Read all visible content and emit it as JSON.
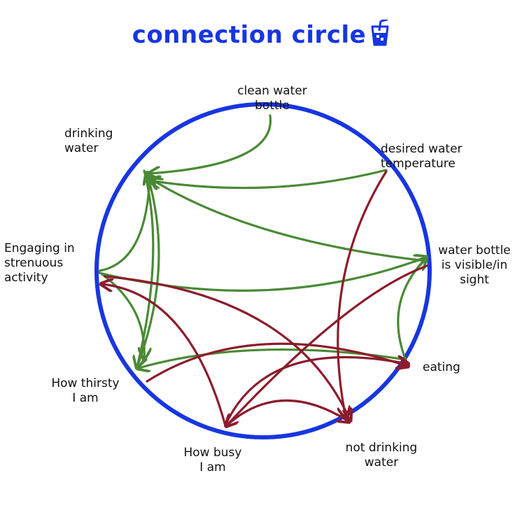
{
  "title": "connection circle",
  "nodes": [
    {
      "id": "clean-water-bottle",
      "label": "clean water\nbottle"
    },
    {
      "id": "desired-water-temperature",
      "label": "desired water\ntemperature"
    },
    {
      "id": "water-bottle-visible",
      "label": "water bottle\nis visible/in\nsight"
    },
    {
      "id": "eating",
      "label": "eating"
    },
    {
      "id": "not-drinking-water",
      "label": "not drinking\nwater"
    },
    {
      "id": "how-busy",
      "label": "How busy\nI am"
    },
    {
      "id": "how-thirsty",
      "label": "How thirsty\nI am"
    },
    {
      "id": "engaging-strenuous",
      "label": "Engaging in\nstrenuous\nactivity"
    },
    {
      "id": "drinking-water",
      "label": "drinking\nwater"
    }
  ],
  "colors": {
    "circle": "#1836e0",
    "title": "#1836e0",
    "positive": "#4a8a36",
    "negative": "#8c1c2c"
  },
  "edges": [
    {
      "from": "clean-water-bottle",
      "to": "drinking-water",
      "polarity": "positive"
    },
    {
      "from": "desired-water-temperature",
      "to": "drinking-water",
      "polarity": "positive"
    },
    {
      "from": "water-bottle-visible",
      "to": "drinking-water",
      "polarity": "positive"
    },
    {
      "from": "engaging-strenuous",
      "to": "drinking-water",
      "polarity": "positive"
    },
    {
      "from": "how-thirsty",
      "to": "drinking-water",
      "polarity": "positive"
    },
    {
      "from": "drinking-water",
      "to": "how-thirsty",
      "polarity": "positive"
    },
    {
      "from": "engaging-strenuous",
      "to": "water-bottle-visible",
      "polarity": "positive"
    },
    {
      "from": "engaging-strenuous",
      "to": "how-thirsty",
      "polarity": "positive"
    },
    {
      "from": "eating",
      "to": "water-bottle-visible",
      "polarity": "positive"
    },
    {
      "from": "eating",
      "to": "how-thirsty",
      "polarity": "positive"
    },
    {
      "from": "desired-water-temperature",
      "to": "not-drinking-water",
      "polarity": "negative"
    },
    {
      "from": "water-bottle-visible",
      "to": "how-busy",
      "polarity": "negative"
    },
    {
      "from": "how-busy",
      "to": "engaging-strenuous",
      "polarity": "negative"
    },
    {
      "from": "how-thirsty",
      "to": "eating",
      "polarity": "negative"
    },
    {
      "from": "how-busy",
      "to": "eating",
      "polarity": "negative"
    },
    {
      "from": "how-busy",
      "to": "not-drinking-water",
      "polarity": "negative"
    },
    {
      "from": "engaging-strenuous",
      "to": "not-drinking-water",
      "polarity": "negative"
    }
  ]
}
